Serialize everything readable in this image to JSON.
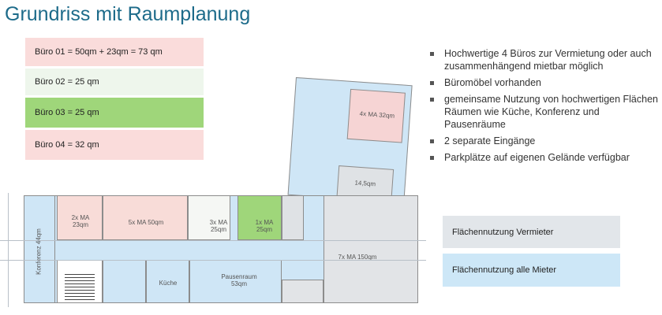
{
  "title": "Grundriss mit Raumplanung",
  "legend": [
    {
      "label": "Büro 01 = 50qm + 23qm = 73 qm",
      "color": "#fadcdb"
    },
    {
      "label": "Büro 02 = 25 qm",
      "color": "#eef6ec"
    },
    {
      "label": "Büro 03 = 25 qm",
      "color": "#9fd67a"
    },
    {
      "label": "Büro 04 = 32 qm",
      "color": "#fadcdb"
    }
  ],
  "bullets": [
    "Hochwertige 4 Büros zur Vermietung oder auch zusammenhängend mietbar möglich",
    "Büromöbel vorhanden",
    "gemeinsame Nutzung von hochwertigen Flächen Räumen wie Küche, Konferenz und Pausenräume",
    "2 separate Eingänge",
    "Parkplätze auf eigenen Gelände verfügbar"
  ],
  "usage": [
    {
      "label": "Flächennutzung Vermieter",
      "color": "#e2e6ea"
    },
    {
      "label": "Flächennutzung alle Mieter",
      "color": "#cde7f7"
    }
  ],
  "plan": {
    "room_2x": "2x MA 23qm",
    "room_5x": "5x MA 50qm",
    "room_3x": "3x MA 25qm",
    "room_1x": "1x MA 25qm",
    "room_7x": "7x MA 150qm",
    "pausenraum": "Pausenraum 53qm",
    "room_4x": "4x MA 32qm",
    "room_small": "14,5qm",
    "konferenz": "Konferenz 44qm",
    "kueche": "Küche"
  }
}
